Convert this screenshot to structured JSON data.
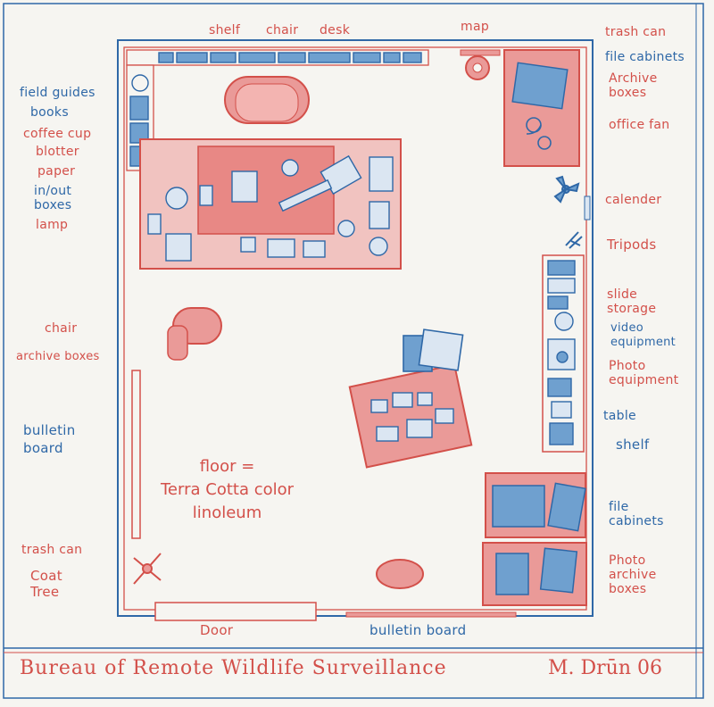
{
  "colors": {
    "paper": "#f6f5f1",
    "red_pencil": "#d3504a",
    "red_fill": "#ea9a98",
    "blue_pencil": "#2f68a7",
    "blue_fill": "#6fa0cf"
  },
  "top_labels": {
    "shelf": "shelf",
    "chair": "chair",
    "desk": "desk",
    "map": "map",
    "trash_can": "trash can",
    "file_cabinets": "file cabinets",
    "archive_boxes": "Archive boxes",
    "office_fan": "office fan"
  },
  "left_labels": {
    "field_guides": "field guides",
    "books": "books",
    "coffee_cup": "coffee cup",
    "blotter": "blotter",
    "paper": "paper",
    "in_out_boxes": "in/out boxes",
    "lamp": "lamp",
    "chair": "chair",
    "archive_boxes": "archive boxes",
    "bulletin_board": "bulletin board",
    "trash_can": "trash can",
    "coat_tree": "Coat Tree"
  },
  "right_labels": {
    "calendar": "calender",
    "tripods": "Tripods",
    "slide_storage": "slide storage",
    "video_equipment": "video equipment",
    "photo_equipment": "Photo equipment",
    "table": "table",
    "shelf": "shelf",
    "file_cabinets": "file cabinets",
    "photo_archive_boxes": "Photo archive boxes"
  },
  "bottom_labels": {
    "door": "Door",
    "bulletin_board": "bulletin board"
  },
  "floor_note": "floor =\nTerra Cotta color\nlinoleum",
  "title": "Bureau of Remote Wildlife Surveillance",
  "signature": "M. Drūn 06"
}
